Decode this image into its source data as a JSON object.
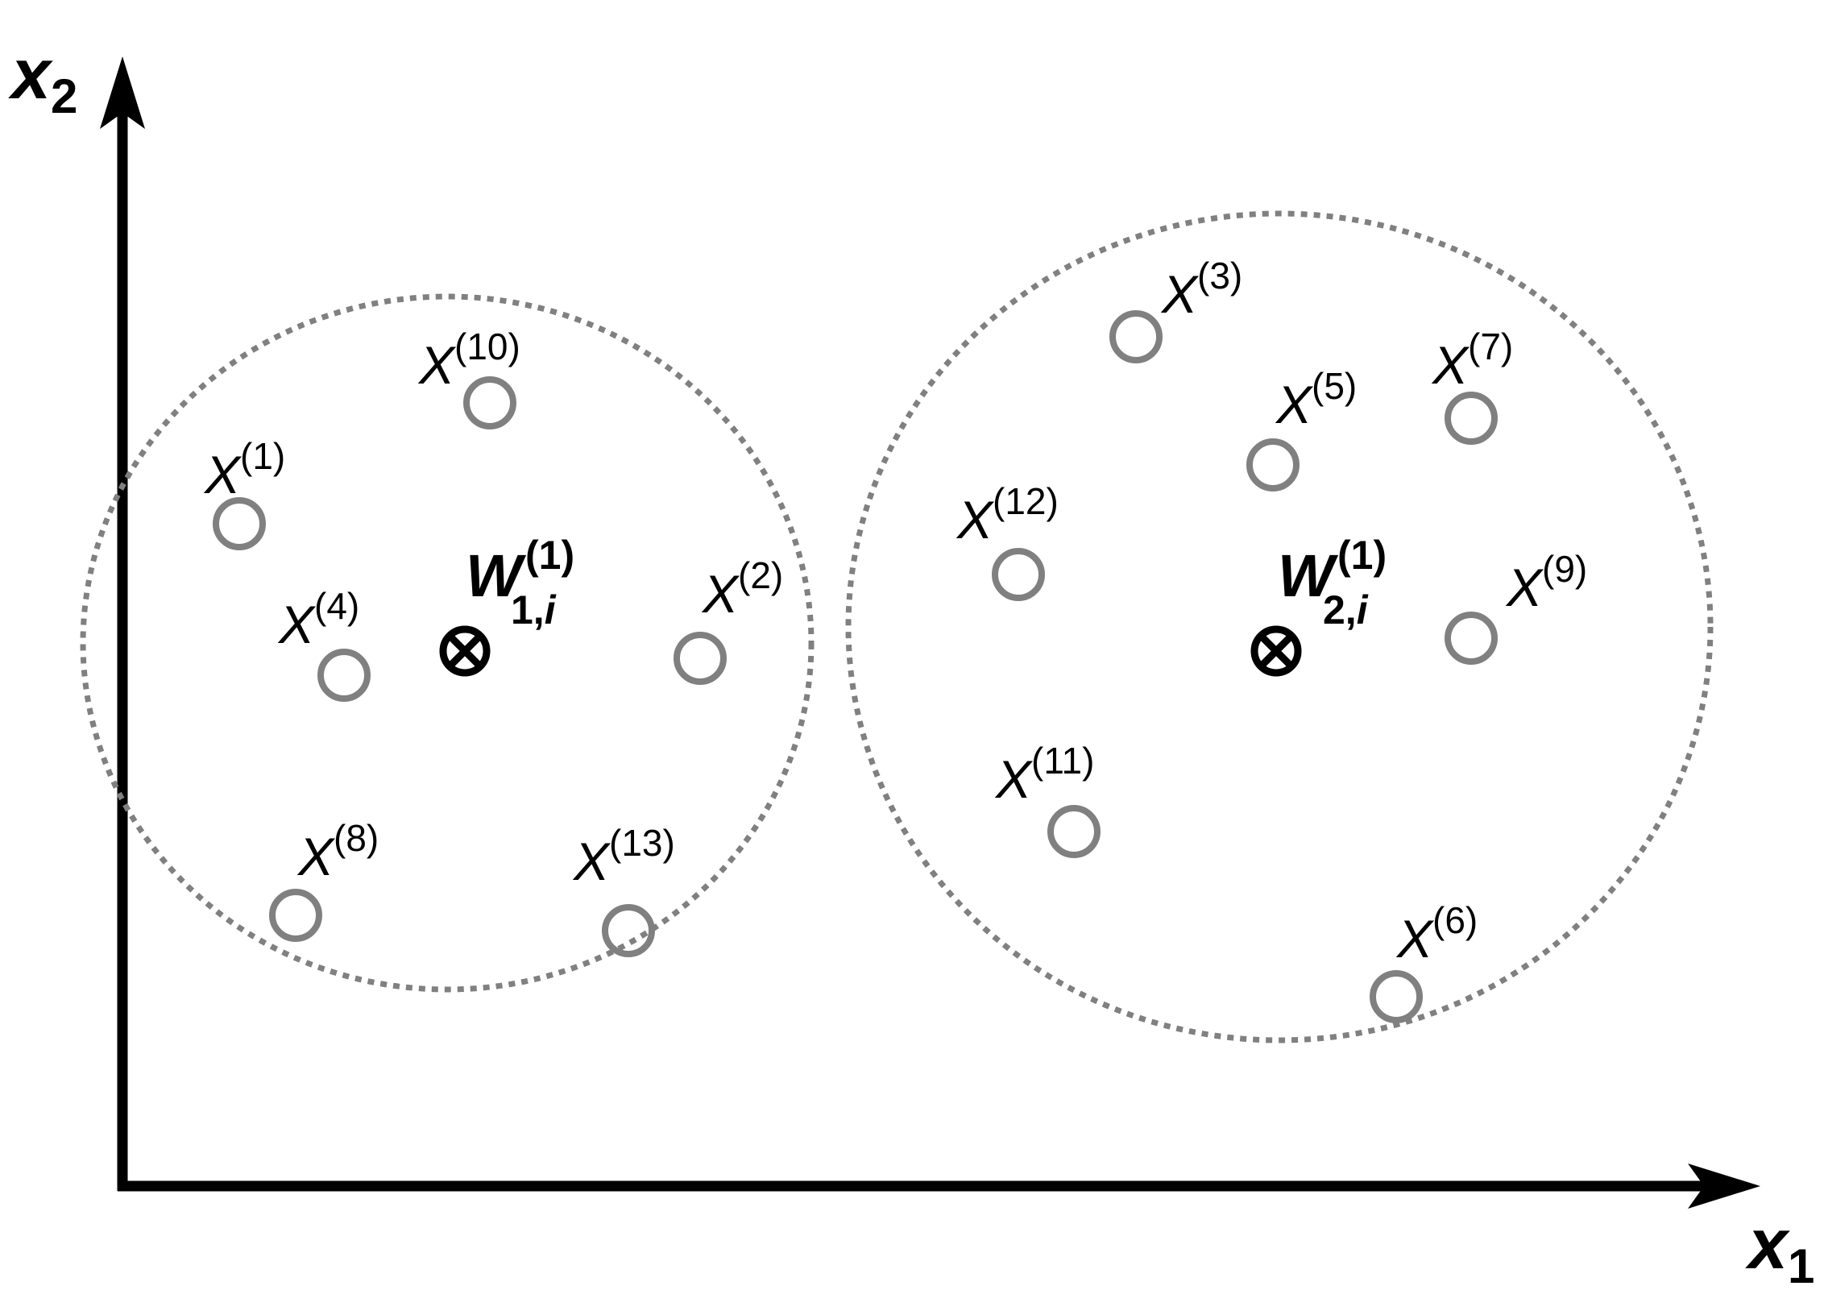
{
  "axes": {
    "x": {
      "symbol": "x",
      "index": "1"
    },
    "y": {
      "symbol": "x",
      "index": "2"
    }
  },
  "clusters": [
    {
      "centroid": {
        "symbol": "W",
        "superscript": "(1)",
        "sub_index": "1,",
        "sub_var": "i"
      },
      "points": [
        {
          "symbol": "X",
          "index": "(1)"
        },
        {
          "symbol": "X",
          "index": "(2)"
        },
        {
          "symbol": "X",
          "index": "(4)"
        },
        {
          "symbol": "X",
          "index": "(8)"
        },
        {
          "symbol": "X",
          "index": "(10)"
        },
        {
          "symbol": "X",
          "index": "(13)"
        }
      ]
    },
    {
      "centroid": {
        "symbol": "W",
        "superscript": "(1)",
        "sub_index": "2,",
        "sub_var": "i"
      },
      "points": [
        {
          "symbol": "X",
          "index": "(3)"
        },
        {
          "symbol": "X",
          "index": "(5)"
        },
        {
          "symbol": "X",
          "index": "(6)"
        },
        {
          "symbol": "X",
          "index": "(7)"
        },
        {
          "symbol": "X",
          "index": "(9)"
        },
        {
          "symbol": "X",
          "index": "(11)"
        },
        {
          "symbol": "X",
          "index": "(12)"
        }
      ]
    }
  ],
  "colors": {
    "axis": "#000000",
    "data_point": "#808080",
    "cluster_boundary": "#808080",
    "centroid": "#000000"
  },
  "icons": {
    "centroid_marker": "circled-times-icon",
    "data_point_marker": "open-circle-icon"
  }
}
